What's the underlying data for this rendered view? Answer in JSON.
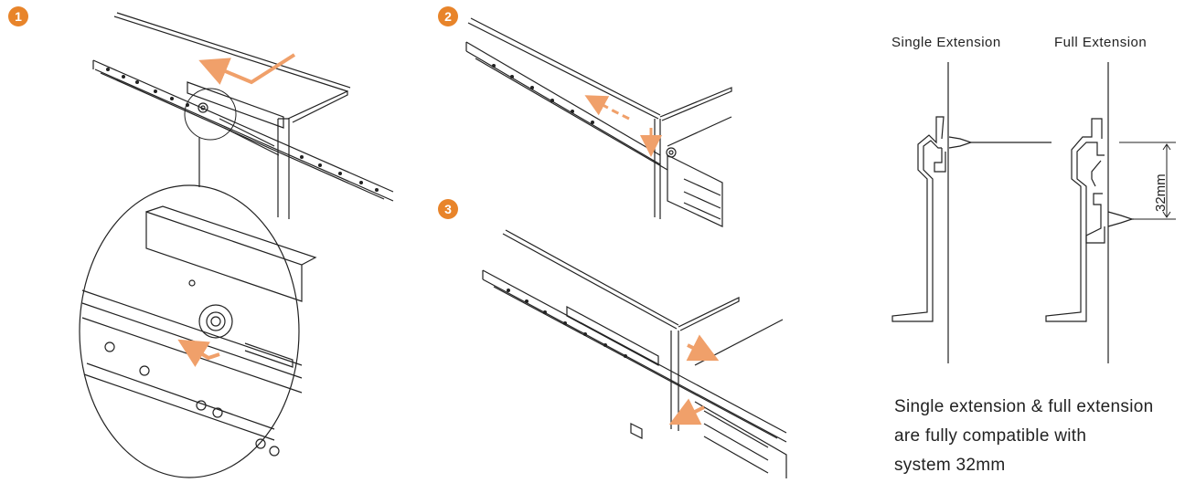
{
  "steps": [
    "1",
    "2",
    "3"
  ],
  "profiles": {
    "single_label": "Single Extension",
    "full_label": "Full Extension",
    "dimension": "32mm"
  },
  "note_lines": [
    "Single extension & full extension",
    "are fully compatible with",
    "system 32mm"
  ],
  "colors": {
    "accent": "#e8842a",
    "line": "#222222",
    "arrow": "#f0a06a"
  }
}
